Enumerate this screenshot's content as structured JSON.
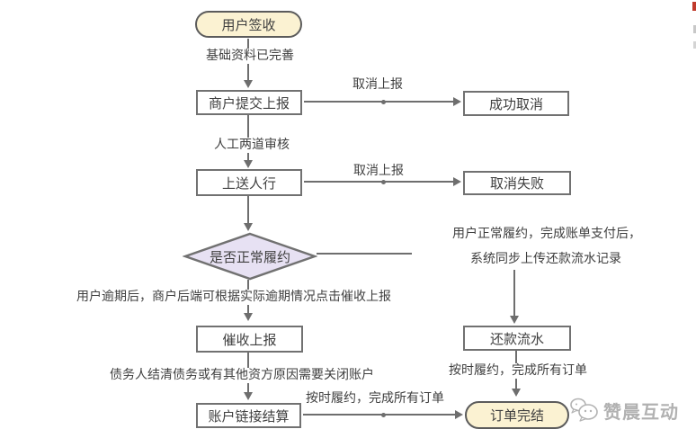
{
  "diagram": {
    "nodes": {
      "start": {
        "label": "用户签收"
      },
      "merchant_submit": {
        "label": "商户提交上报"
      },
      "cancel_success": {
        "label": "成功取消"
      },
      "send_pboc": {
        "label": "上送人行"
      },
      "cancel_fail": {
        "label": "取消失败"
      },
      "decision": {
        "label": "是否正常履约"
      },
      "collection_report": {
        "label": "催收上报"
      },
      "repayment_flow": {
        "label": "还款流水"
      },
      "account_settle": {
        "label": "账户链接结算"
      },
      "end": {
        "label": "订单完结"
      }
    },
    "labels": {
      "basic_info": "基础资料已完善",
      "cancel_report": "取消上报",
      "manual_review": "人工两道审核",
      "overdue": "用户逾期后，商户后端可根据实际逾期情况点击催收上报",
      "settle_reason": "债务人结清债务或有其他资方原因需要关闭账户",
      "ontime": "按时履约，完成所有订单"
    },
    "annotation": {
      "line1": "用户正常履约，完成账单支付后，",
      "line2": "系统同步上传还款流水记录"
    },
    "watermark": {
      "brand": "赞晨互动",
      "icon": "chat-bubbles-icon"
    },
    "colors": {
      "terminal_fill": "#FBF2D2",
      "terminal_border": "#5B5B5B",
      "box_fill": "#FFFFFF",
      "box_border": "#717171",
      "diamond_fill": "#E7E1F3",
      "line": "#6E6E6E",
      "text": "#3F3F3F",
      "watermark": "#9E9E9E",
      "edge_artifact_red": "#C0392B"
    }
  }
}
